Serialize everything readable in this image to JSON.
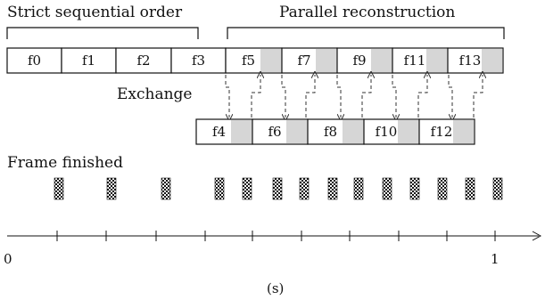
{
  "labels": {
    "strict": "Strict sequential order",
    "parallel": "Parallel reconstruction",
    "exchange": "Exchange",
    "frame_finished": "Frame finished",
    "unit": "(s)"
  },
  "axis": {
    "start_label": "0",
    "end_label": "1"
  },
  "frames_top": [
    "f0",
    "f1",
    "f2",
    "f3",
    "f5",
    "f7",
    "f9",
    "f11",
    "f13"
  ],
  "frames_bottom": [
    "f4",
    "f6",
    "f8",
    "f10",
    "f12"
  ],
  "colors": {
    "stroke": "#111111",
    "shade": "#d6d6d6"
  }
}
